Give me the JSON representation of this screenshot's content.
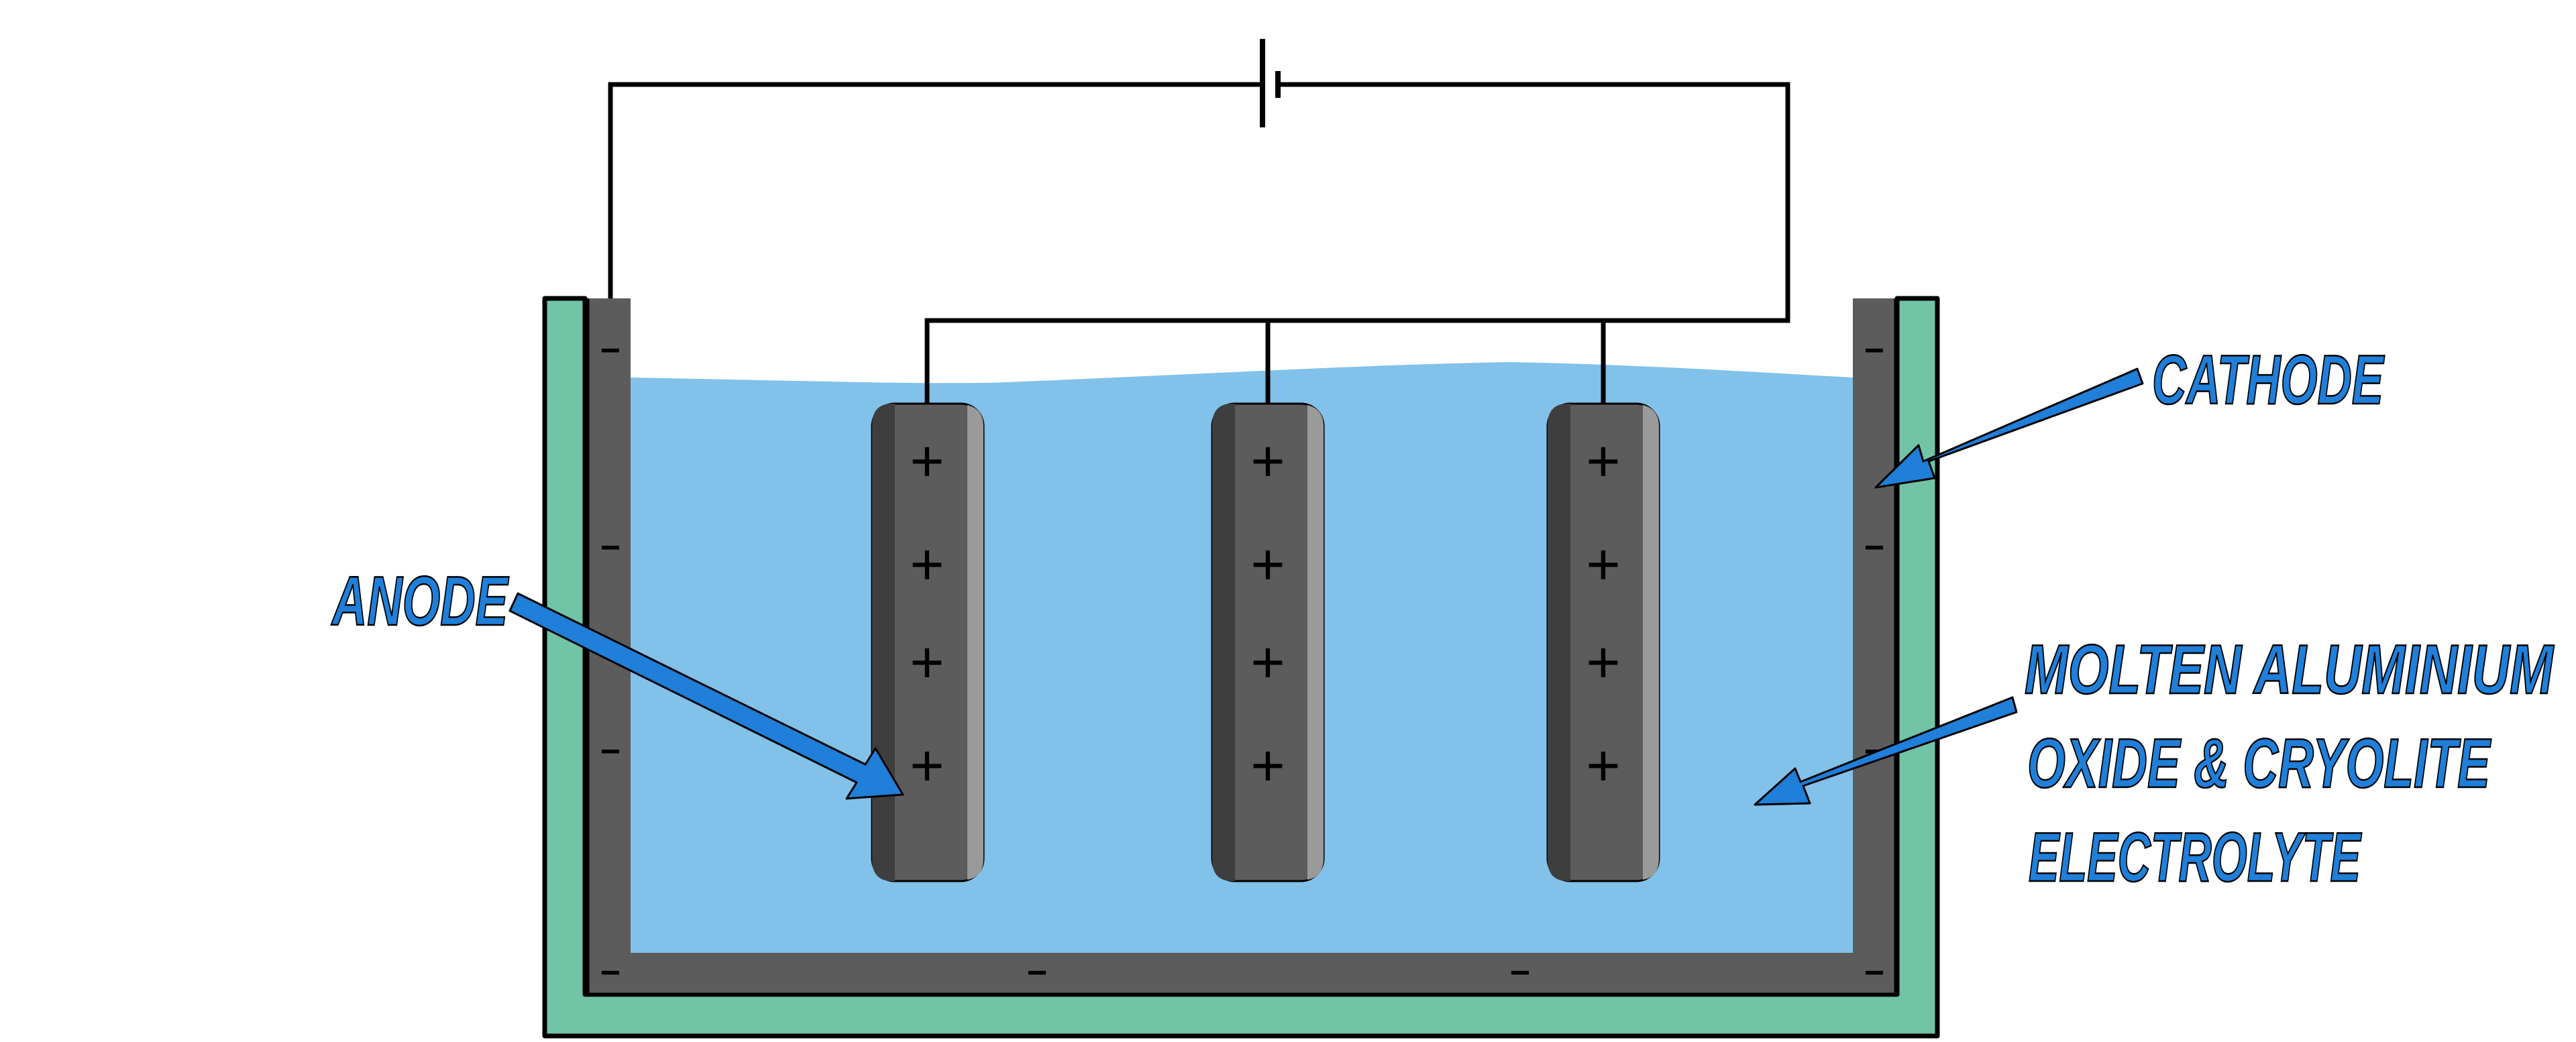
{
  "labels": {
    "anode": "ANODE",
    "cathode": "CATHODE",
    "electrolyte_line1": "MOLTEN ALUMINIUM",
    "electrolyte_line2": "OXIDE & CRYOLITE",
    "electrolyte_line3": "ELECTROLYTE"
  },
  "symbols": {
    "positive": "+",
    "negative": "−"
  },
  "colors": {
    "container_outer": "#72c4a6",
    "cathode_lining": "#5c5c5c",
    "electrolyte": "#82c1e9",
    "anode_body": "#5c5c5c",
    "anode_dark_edge": "#3e3e3e",
    "anode_light_edge": "#9a9a9a",
    "label_fill": "#1f7fd9",
    "wire": "#000000"
  },
  "icons": {
    "power_source": "battery-icon",
    "pointer": "arrow-icon"
  }
}
